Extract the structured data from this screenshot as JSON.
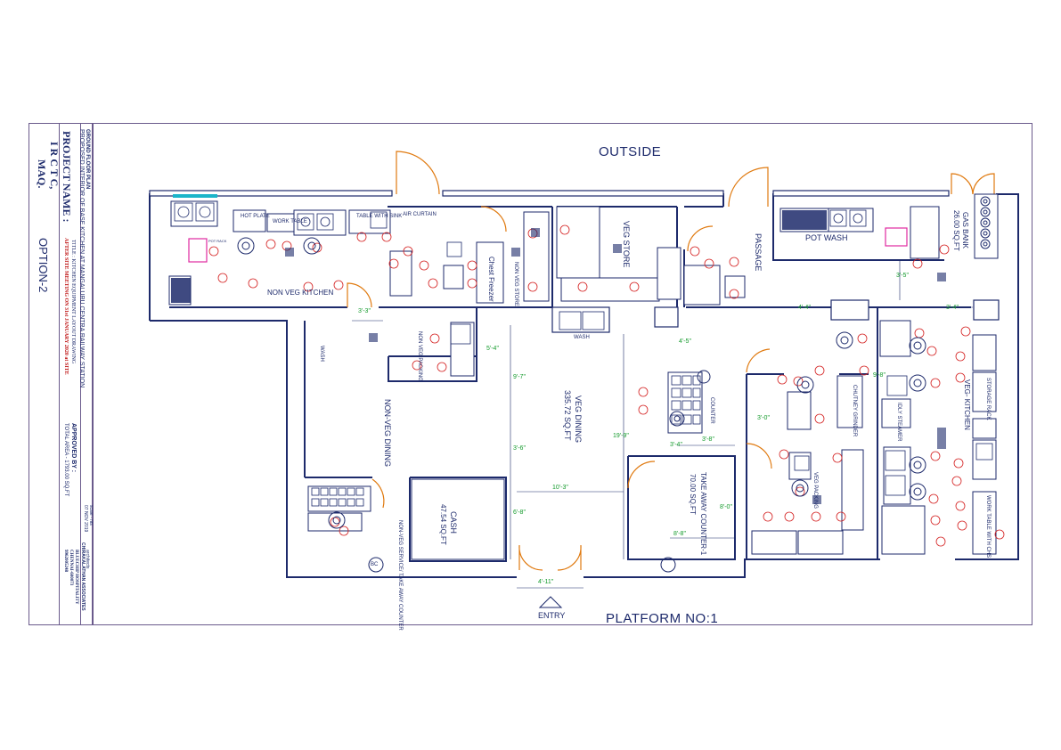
{
  "drawing": {
    "outside_label": "OUTSIDE",
    "platform_label": "PLATFORM NO:1",
    "entry_label": "ENTRY",
    "rooms": {
      "non_veg_kitchen": "NON VEG KITCHEN",
      "veg_store": "VEG STORE",
      "passage": "PASSAGE",
      "pot_wash": "POT WASH",
      "gas_bank": "GAS BANK",
      "gas_bank_area": "26.00 SQ.FT",
      "chest_freezer": "Chest Freezer",
      "non_veg_store": "NON VEG STORE",
      "wash_top": "WASH",
      "wash_left": "WASH",
      "non_veg_dining": "NON-VEG DINING",
      "veg_dining": "VEG DINING",
      "veg_dining_area": "335.72 SQ.FT",
      "cash": "CASH",
      "cash_area": "47.54 SQ.FT",
      "take_away_counter": "TAKE AWAY COUNTER-1",
      "take_away_area": "70.00 SQ.FT",
      "non_veg_service": "NON-VEG SERVICE/ TAKE AWAY COUNTER",
      "veg_kitchen": "VEG- KITCHEN",
      "non_veg_packing": "NON VEG PACKING",
      "veg_packing": "VEG PACKING",
      "counter": "COUNTER",
      "work_table": "WORK TABLE",
      "hot_plate": "HOT PLATE",
      "table_with_sink": "TABLE WITH SINK",
      "pot_rack": "POT RACK",
      "storage_rack": "STORAGE RACK",
      "idly_steamer": "IDLY STEAMER",
      "chutney_grinder": "CHUTNEY GRINDER",
      "work_table_with_chs": "WORK TABLE WITH CHS",
      "air_curtain": "AIR CURTAIN",
      "bc": "BC"
    },
    "dimensions": [
      "3'-3\"",
      "5'-4\"",
      "9'-7\"",
      "3'-6\"",
      "6'-8\"",
      "10'-3\"",
      "4'-11\"",
      "4'-5\"",
      "19'-9\"",
      "3'-4\"",
      "3'-8\"",
      "8'-8\"",
      "8'-0\"",
      "4'-4\"",
      "3'-4\"",
      "3'-5\"",
      "3'-0\"",
      "9'-8\""
    ]
  },
  "title_block": {
    "project_name_label": "PROJECT NAME :",
    "project_name": "I R C T C,",
    "project_city": "MAQ.",
    "option": "OPTION-2",
    "plan_title": "GROUND FLOOR PLAN",
    "plan_desc": "PROPOSED INTERIOR OF BASE KITCHEN AT MANGALURU CENTRA RAILWAY STATION",
    "title_line": "TITLE : KITCHEN EQUIPMENT LAYOUT DRAWING",
    "site_meeting": "AFTER SITE MEETING ON 31st JANUARY 2020 at SITE",
    "approved_by": "APPROVED BY :",
    "total_area": "TOTAL AREA - 1793.00 SQ.FT",
    "firm": "CHIRAKALATHAN ASSOCIATES",
    "firm_role": "architects",
    "date": "07 NOV 2019",
    "scale": "scale - nts",
    "client": "BLUECHIP HOSPITALITY",
    "client_city": "CHENNAI-600073",
    "client_phone": "9962005248"
  },
  "colors": {
    "walls": "#1d2a6b",
    "dimension": "#139a2b",
    "fixture": "#d42020",
    "frame": "#6a5a8c",
    "door": "#e07a10",
    "accent": "#e02aa0"
  }
}
